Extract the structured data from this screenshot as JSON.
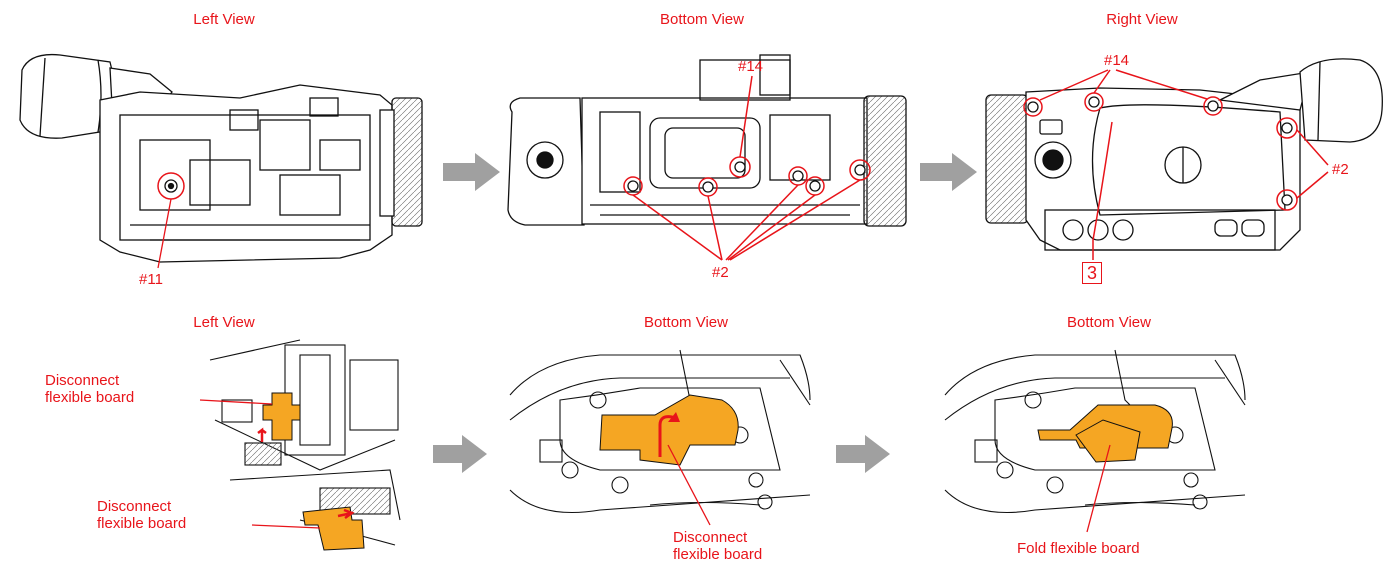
{
  "row1": {
    "left_view_title": "Left View",
    "bottom_view_title": "Bottom View",
    "right_view_title": "Right View",
    "left_callout_11": "#11",
    "bottom_callout_14": "#14",
    "bottom_callout_2": "#2",
    "right_callout_14": "#14",
    "right_callout_2": "#2",
    "right_step_number": "3"
  },
  "row2": {
    "left_view_title": "Left View",
    "bottom_view_title_1": "Bottom View",
    "bottom_view_title_2": "Bottom View",
    "left_disconnect_1": "Disconnect\nflexible board",
    "left_disconnect_2": "Disconnect\nflexible board",
    "middle_disconnect": "Disconnect\nflexible board",
    "right_fold": "Fold flexible board"
  },
  "colors": {
    "callout_red": "#e8141a",
    "arrow_gray": "#a0a0a0",
    "flex_board_orange": "#f5a623"
  }
}
